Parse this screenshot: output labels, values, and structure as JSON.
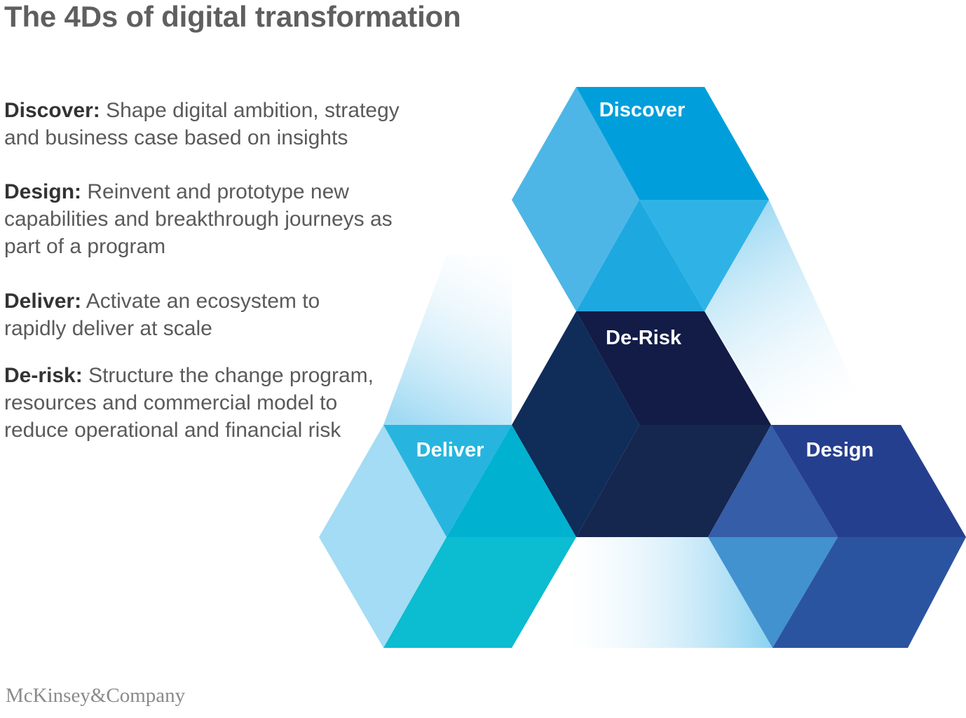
{
  "title": "The 4Ds of digital transformation",
  "legend": [
    {
      "term": "Discover:",
      "description": "Shape digital ambition, strategy and business case based on insights"
    },
    {
      "term": "Design:",
      "description": "Reinvent and prototype new capabilities and breakthrough journeys as part of a program"
    },
    {
      "term": "Deliver:",
      "description": "Activate an ecosystem to rapidly deliver at scale"
    },
    {
      "term": "De-risk:",
      "description": "Structure the change program, resources and commercial model to reduce operational and financial risk"
    }
  ],
  "diagram": {
    "hexagons": [
      {
        "label": "Discover",
        "colors": [
          "#4db6e6",
          "#009fdb",
          "#2fb3e6",
          "#1ea8e0"
        ]
      },
      {
        "label": "De-Risk",
        "colors": [
          "#102c59",
          "#121c47",
          "#15264f",
          "#142650"
        ]
      },
      {
        "label": "Deliver",
        "colors": [
          "#a3dcf4",
          "#27b5df",
          "#00b1d0",
          "#0cbcd0"
        ]
      },
      {
        "label": "Design",
        "colors": [
          "#355da8",
          "#253f8f",
          "#4292cf",
          "#2b54a0"
        ]
      }
    ],
    "connector_colors": [
      "#dff1fb",
      "#7fcdef"
    ]
  },
  "brand": "McKinsey&Company"
}
